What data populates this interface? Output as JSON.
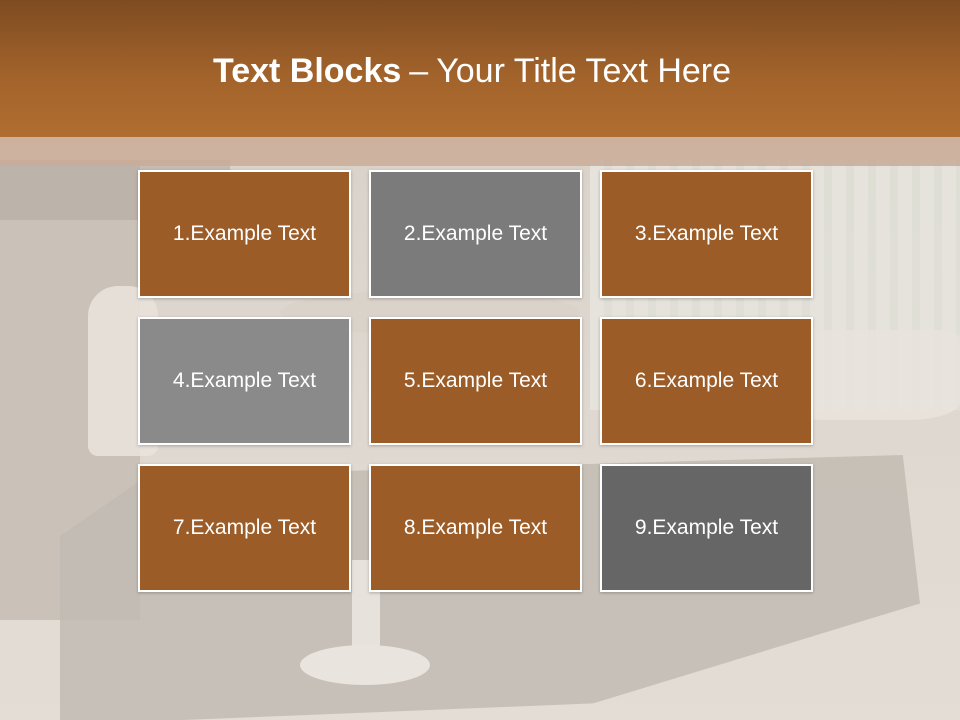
{
  "slide": {
    "title_bold": "Text Blocks",
    "title_separator": "–",
    "title_rest": "Your Title Text Here"
  },
  "colors": {
    "header": "#a2632b",
    "brown_block": "#9c5c27",
    "gray_block": "#7b7b7b",
    "light_gray_block": "#8a8a8a",
    "dark_gray_block": "#666666"
  },
  "blocks": [
    {
      "label": "1.Example Text",
      "color": "#9c5c27"
    },
    {
      "label": "2.Example Text",
      "color": "#7b7b7b"
    },
    {
      "label": "3.Example Text",
      "color": "#9c5c27"
    },
    {
      "label": "4.Example Text",
      "color": "#8a8a8a"
    },
    {
      "label": "5.Example Text",
      "color": "#9c5c27"
    },
    {
      "label": "6.Example Text",
      "color": "#9c5c27"
    },
    {
      "label": "7.Example Text",
      "color": "#9c5c27"
    },
    {
      "label": "8.Example Text",
      "color": "#9c5c27"
    },
    {
      "label": "9.Example Text",
      "color": "#666666"
    }
  ]
}
